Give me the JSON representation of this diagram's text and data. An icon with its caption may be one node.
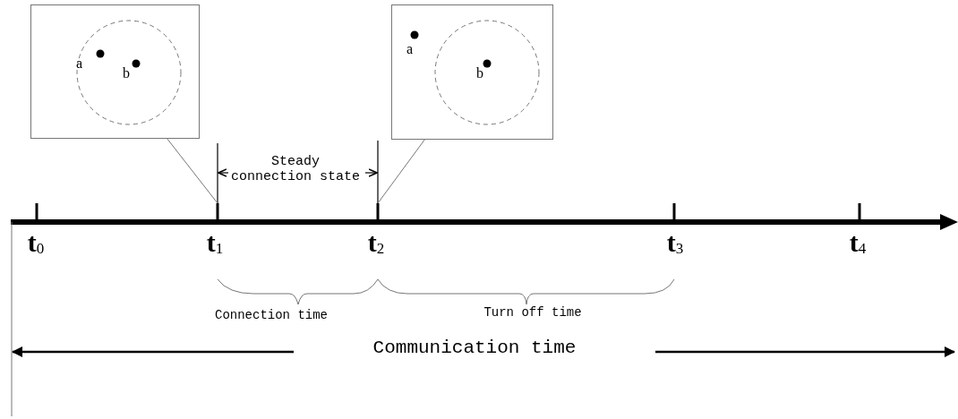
{
  "diagram": {
    "nodes": [
      {
        "text": [
          "a",
          "b"
        ]
      },
      {
        "text": [
          "a",
          "b"
        ]
      }
    ],
    "edges": [
      {
        "from": 0,
        "to": null,
        "arrow": "none"
      },
      {
        "from": 1,
        "to": null,
        "arrow": "none"
      }
    ],
    "labels": [
      "Steady connection state",
      "**t**$_{0}$",
      "**t**$_{1}$",
      "**t**$_{2}$",
      "**t**$_{3}$",
      "**t**$_{4}$",
      "Connection time",
      "Turn off time",
      "Communication time"
    ]
  }
}
